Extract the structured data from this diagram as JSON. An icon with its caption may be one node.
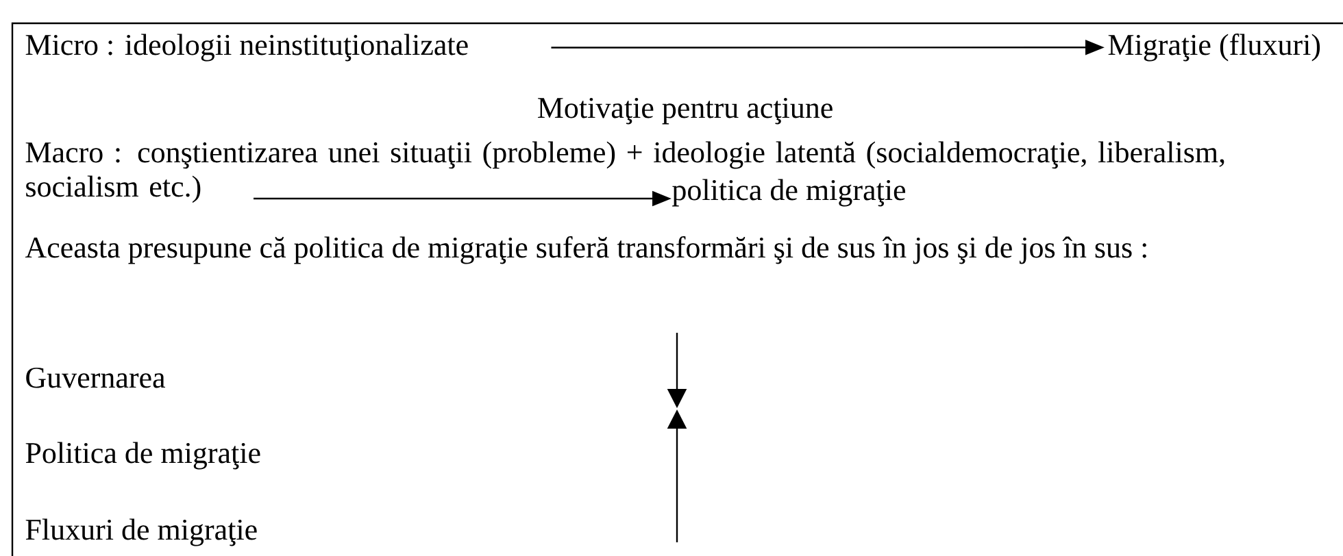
{
  "diagram": {
    "nodes": [
      {
        "text": [
          "Micro :  ideologii neinstituţionalizate"
        ]
      },
      {
        "text": [
          "Migraţie (fluxuri)"
        ]
      },
      {
        "text": [
          "Macro :  conştientizarea unei situaţii (probleme)  +  ideologie latentă (socialdemocraţie, liberalism, socialism etc.)"
        ]
      },
      {
        "text": [
          "politica de migraţie"
        ]
      }
    ],
    "edges": [
      {
        "from": 0,
        "to": 1,
        "arrow": "to"
      },
      {
        "from": 2,
        "to": 3,
        "arrow": "to"
      }
    ],
    "labels": [
      "Motivaţie pentru acţiune",
      "Aceasta presupune că politica de migraţie suferă transformări şi de sus în jos şi de jos în sus :",
      "Guvernarea",
      "Politica de migraţie",
      "Fluxuri de migraţie"
    ]
  }
}
